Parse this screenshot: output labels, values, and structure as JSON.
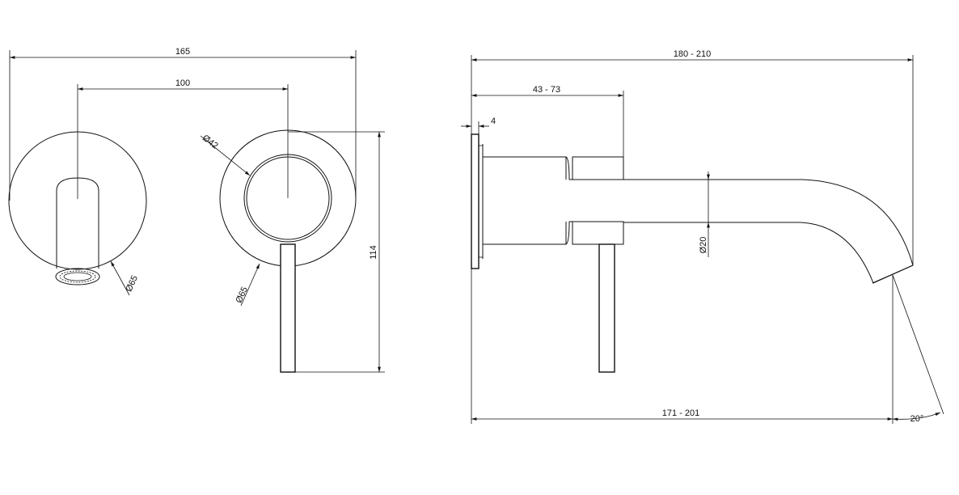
{
  "front_view": {
    "dim_overall_width": "165",
    "dim_lever_offset": "100",
    "dim_height": "114",
    "dim_plate_left": "Ø65",
    "dim_plate_right": "Ø65",
    "dim_cartridge": "Ø42"
  },
  "side_view": {
    "dim_overall_length": "180 - 210",
    "dim_body_depth": "43 - 73",
    "dim_plate_thickness": "4",
    "dim_spout_diameter": "Ø20",
    "dim_projection": "171 - 201",
    "dim_outlet_angle": "20°"
  }
}
